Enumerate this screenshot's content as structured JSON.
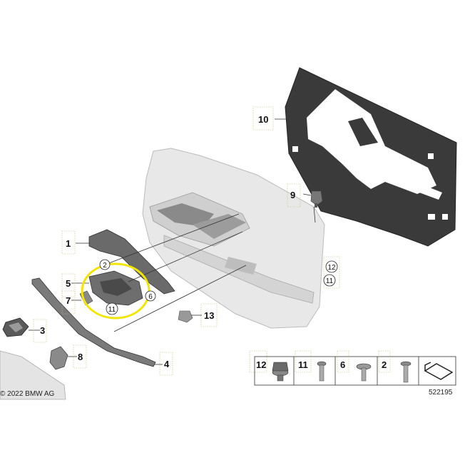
{
  "labels": {
    "p1": "1",
    "p2": "2",
    "p3": "3",
    "p4": "4",
    "p5": "5",
    "p6": "6",
    "p7": "7",
    "p8": "8",
    "p9": "9",
    "p10": "10",
    "p11": "11",
    "p12": "12",
    "p13": "13"
  },
  "callouts": {
    "c2": "2",
    "c6": "6",
    "c11": "11",
    "c12": "12",
    "c11b": "11"
  },
  "legend": {
    "item12": "12",
    "item11": "11",
    "item6": "6",
    "item2": "2"
  },
  "copyright": "© 2022 BMW AG",
  "diagram_number": "522195",
  "highlight_color": "#f2e600"
}
